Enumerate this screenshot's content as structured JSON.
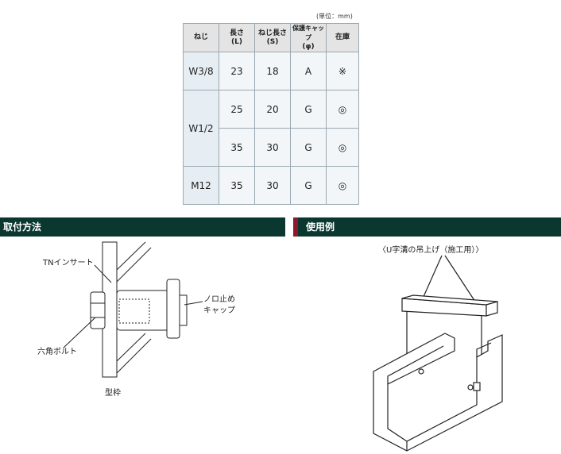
{
  "unit_note": "(単位：mm)",
  "table": {
    "headers": {
      "screw": "ねじ",
      "length_l": [
        "長さ",
        "(L)"
      ],
      "screw_length_s": [
        "ねじ長さ",
        "(S)"
      ],
      "cap": [
        "保護キャップ",
        "(φ)"
      ],
      "stock": "在庫"
    },
    "rows": [
      {
        "screw": "W3/8",
        "l": "23",
        "s": "18",
        "cap": "A",
        "stock": "※"
      },
      {
        "screw": "W1/2",
        "l": "25",
        "s": "20",
        "cap": "G",
        "stock": "◎"
      },
      {
        "screw": "",
        "l": "35",
        "s": "30",
        "cap": "G",
        "stock": "◎"
      },
      {
        "screw": "M12",
        "l": "35",
        "s": "30",
        "cap": "G",
        "stock": "◎"
      }
    ]
  },
  "sections": {
    "mounting": "取付方法",
    "example": "使用例"
  },
  "mounting_labels": {
    "insert": "TNインサート",
    "stop": "ノロ止め",
    "cap": "キャップ",
    "bolt": "六角ボルト",
    "form": "型枠"
  },
  "example_caption": "〈U字溝の吊上げ（施工用）〉"
}
